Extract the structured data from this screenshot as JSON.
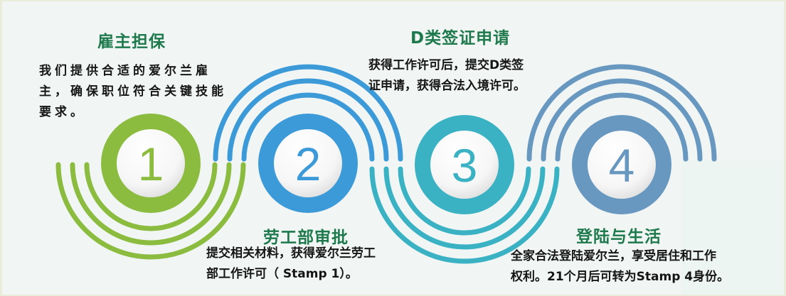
{
  "colors": {
    "step1": "#8cbc3f",
    "step2": "#3c9ad8",
    "step3": "#3ab2c3",
    "step4": "#6898c0",
    "title": "#1e7a4c",
    "body": "#151515",
    "background": "#f1f6f5"
  },
  "steps": [
    {
      "number": "1",
      "title": "雇主担保",
      "lines": [
        "我们提供合适的爱尔兰雇",
        "主，确保职位符合关键技能",
        "要求。"
      ]
    },
    {
      "number": "2",
      "title": "劳工部审批",
      "lines": [
        "提交相关材料，获得爱尔兰劳工",
        "部工作许可（ Stamp 1）。"
      ]
    },
    {
      "number": "3",
      "title": "D类签证申请",
      "lines": [
        "获得工作许可后，提交D类签",
        "证申请，获得合法入境许可。"
      ]
    },
    {
      "number": "4",
      "title": "登陆与生活",
      "lines": [
        "全家合法登陆爱尔兰，享受居住和工作",
        "权利。21个月后可转为Stamp 4身份。"
      ]
    }
  ]
}
